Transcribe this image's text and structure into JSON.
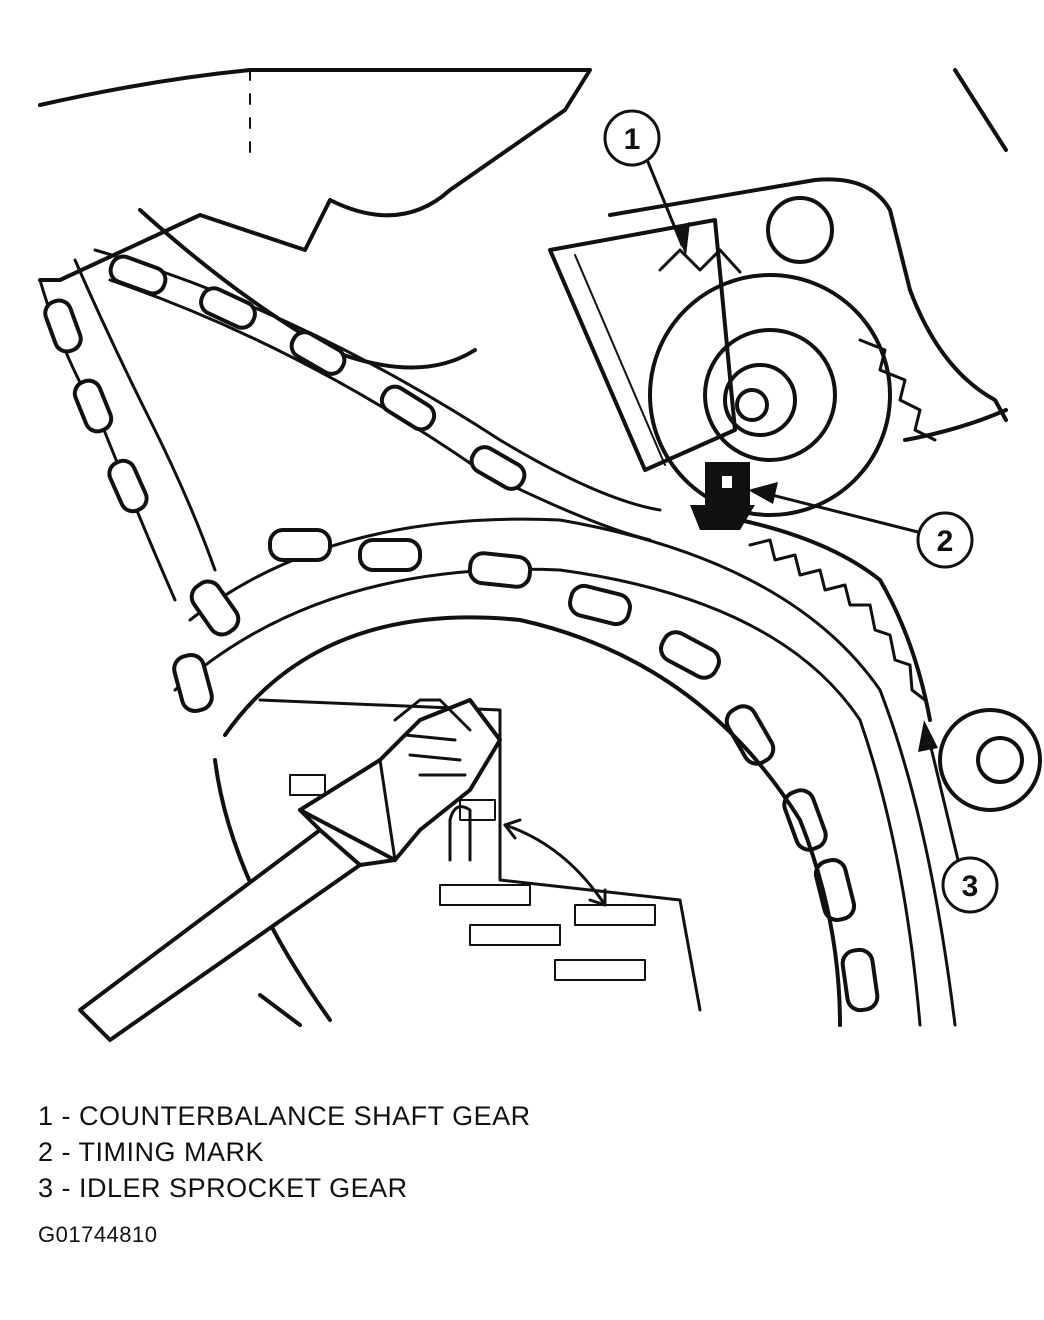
{
  "callouts": [
    {
      "number": "1",
      "label": "COUNTERBALANCE SHAFT GEAR"
    },
    {
      "number": "2",
      "label": "TIMING MARK"
    },
    {
      "number": "3",
      "label": "IDLER SPROCKET GEAR"
    }
  ],
  "figure_id": "G01744810"
}
